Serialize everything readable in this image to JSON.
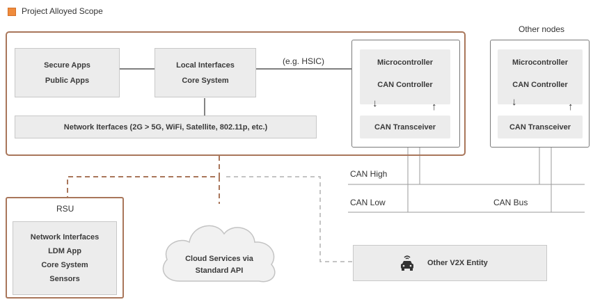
{
  "legend": {
    "label": "Project Alloyed Scope"
  },
  "scope": {
    "apps": [
      "Secure Apps",
      "Public Apps"
    ],
    "local": [
      "Local Interfaces",
      "Core System"
    ],
    "network": "Network Iterfaces (2G > 5G, WiFi, Satellite, 802.11p, etc.)",
    "hsic": "(e.g. HSIC)"
  },
  "ecu_node": {
    "microcontroller": "Microcontroller",
    "can_controller": "CAN Controller",
    "can_transceiver": "CAN Transceiver",
    "arrow_down": "↓",
    "arrow_up": "↑"
  },
  "other_nodes": {
    "title": "Other nodes",
    "microcontroller": "Microcontroller",
    "can_controller": "CAN Controller",
    "can_transceiver": "CAN Transceiver",
    "arrow_down": "↓",
    "arrow_up": "↑"
  },
  "bus": {
    "can_high": "CAN High",
    "can_low": "CAN Low",
    "can_bus": "CAN Bus"
  },
  "rsu": {
    "title": "RSU",
    "items": [
      "Network Interfaces",
      "LDM App",
      "Core System",
      "Sensors"
    ]
  },
  "cloud": {
    "lines": [
      "Cloud Services via",
      "Standard API"
    ]
  },
  "v2x": {
    "label": "Other V2X Entity",
    "icon": "car-wireless-icon"
  },
  "colors": {
    "scope_border": "#a9765a",
    "legend": "#ef8b3c",
    "box_fill": "#ececec"
  }
}
